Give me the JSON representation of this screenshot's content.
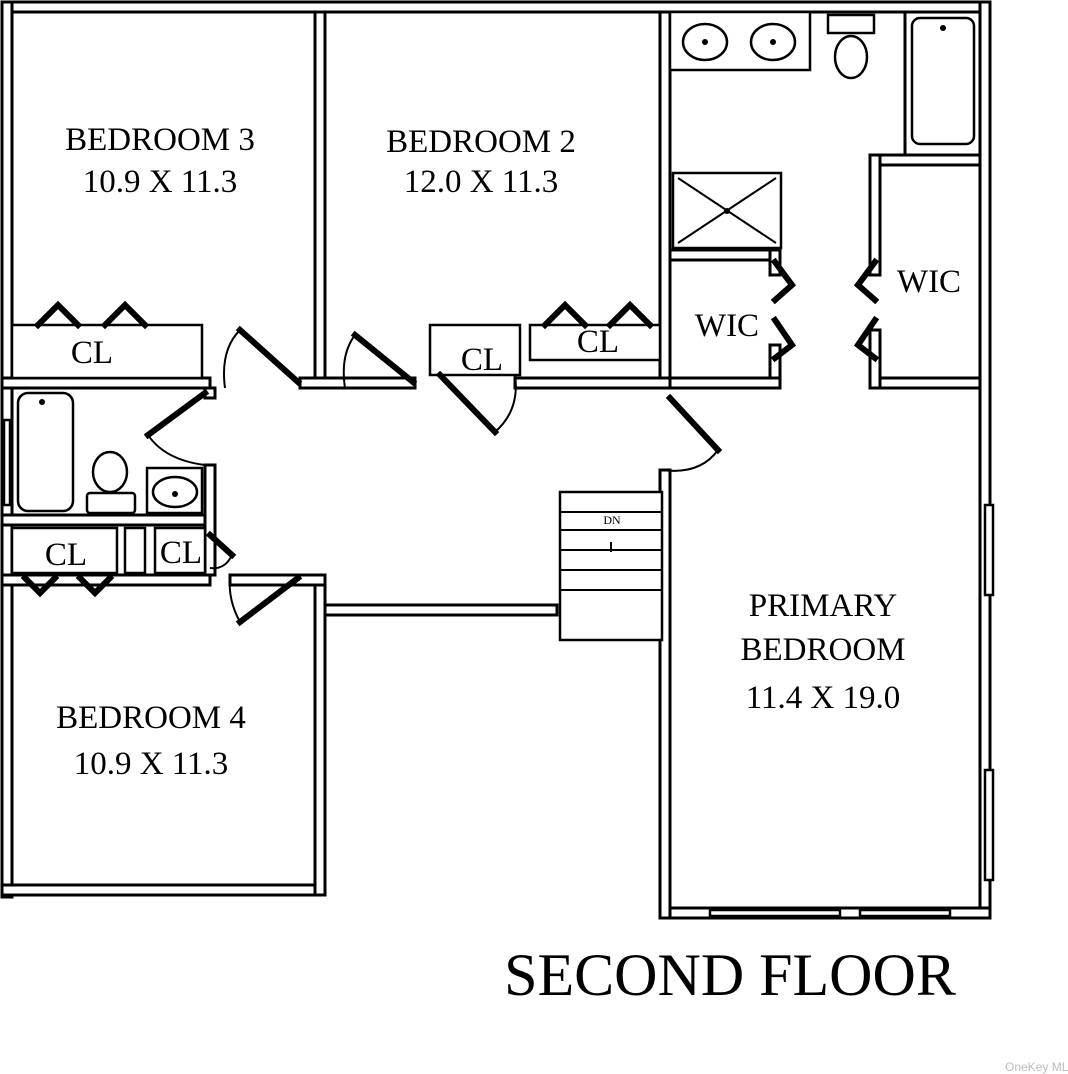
{
  "title": "SECOND FLOOR",
  "rooms": {
    "bedroom3": {
      "name": "BEDROOM 3",
      "size": "10.9 X 11.3"
    },
    "bedroom2": {
      "name": "BEDROOM 2",
      "size": "12.0 X 11.3"
    },
    "bedroom4": {
      "name": "BEDROOM 4",
      "size": "10.9 X 11.3"
    },
    "primary": {
      "name_line1": "PRIMARY",
      "name_line2": "BEDROOM",
      "size": "11.4 X 19.0"
    }
  },
  "closets": {
    "cl": "CL",
    "wic": "WIC"
  },
  "stairs": {
    "label": "DN"
  },
  "watermark": "OneKey MLS"
}
